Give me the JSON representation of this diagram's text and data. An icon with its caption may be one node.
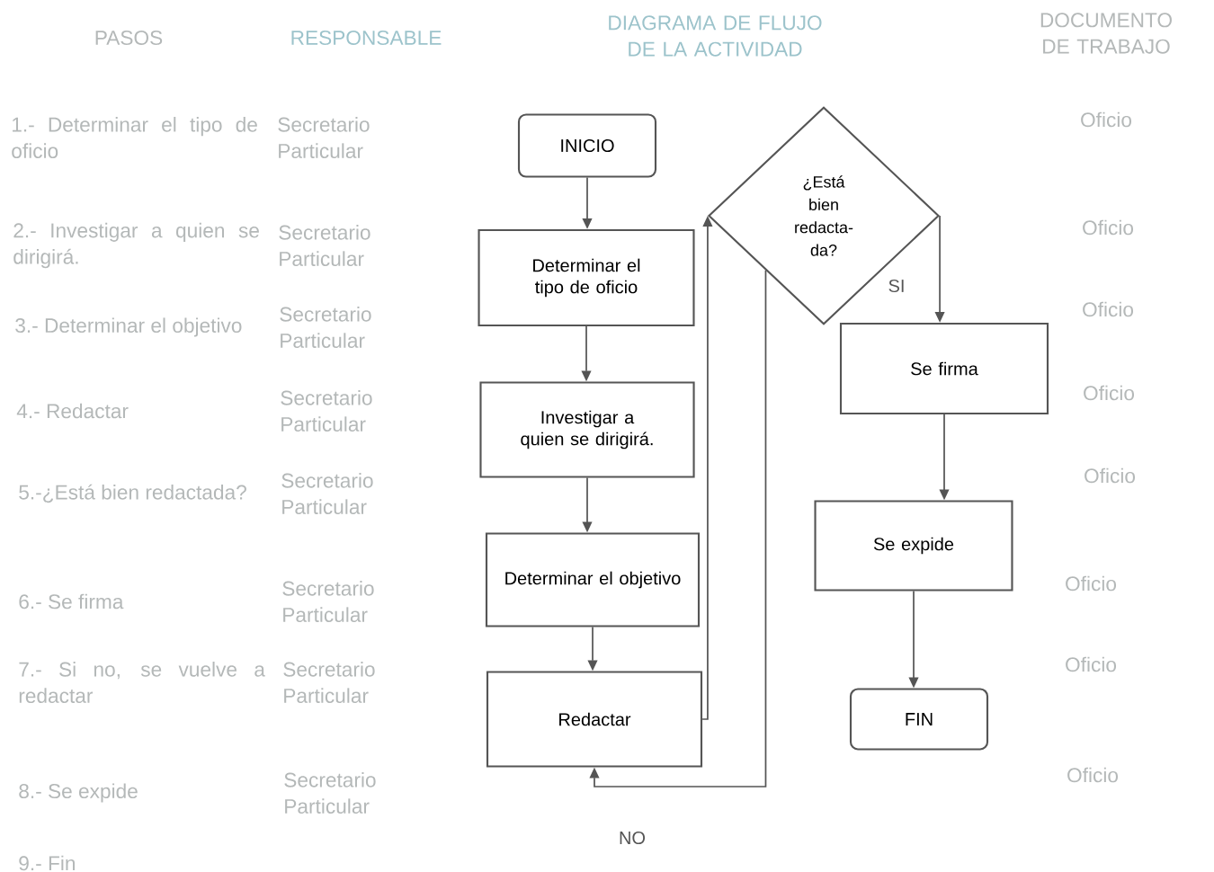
{
  "diagram": {
    "nodes": [
      {
        "text": [
          "INICIO"
        ]
      },
      {
        "text": [
          "Determinar el tipo de oficio"
        ]
      },
      {
        "text": [
          "Investigar a quien se dirigirá."
        ]
      },
      {
        "text": [
          "Determinar el objetivo"
        ]
      },
      {
        "text": [
          "Redactar"
        ]
      },
      {
        "text": [
          "¿Está bien redacta- da?"
        ]
      },
      {
        "text": [
          "Se firma"
        ]
      },
      {
        "text": [
          "Se expide"
        ]
      },
      {
        "text": [
          "FIN"
        ]
      }
    ],
    "edges": [
      {
        "from": 0,
        "to": 1,
        "arrow": "to"
      },
      {
        "from": 1,
        "to": 2,
        "arrow": "to"
      },
      {
        "from": 2,
        "to": 3,
        "arrow": "to"
      },
      {
        "from": 3,
        "to": 4,
        "arrow": "to"
      },
      {
        "from": 4,
        "to": 5,
        "arrow": "to"
      },
      {
        "from": 5,
        "to": 6,
        "arrow": "to",
        "label": "SI"
      },
      {
        "from": 6,
        "to": 7,
        "arrow": "to"
      },
      {
        "from": 7,
        "to": 8,
        "arrow": "to"
      },
      {
        "from": 5,
        "to": 4,
        "arrow": "to",
        "label": "NO"
      }
    ],
    "labels": [
      "PASOS",
      "RESPONSABLE",
      "DIAGRAMA DE FLUJO DE LA ACTIVIDAD",
      "DOCUMENTO DE TRABAJO",
      "1.- Determinar el tipo de oficio",
      "Secretario Particular",
      "Oficio",
      "2.- Investigar a quien se dirigirá.",
      "Secretario Particular",
      "Oficio",
      "3.- Determinar el objetivo",
      "Secretario Particular",
      "Oficio",
      "4.- Redactar",
      "Secretario Particular",
      "Oficio",
      "5.-¿Está bien redactada?",
      "Secretario Particular",
      "Oficio",
      "6.- Se firma",
      "Secretario Particular",
      "Oficio",
      "7.- Si no, se vuelve a redactar",
      "Secretario Particular",
      "Oficio",
      "8.- Se expide",
      "Secretario Particular",
      "Oficio",
      "9.- Fin"
    ]
  }
}
